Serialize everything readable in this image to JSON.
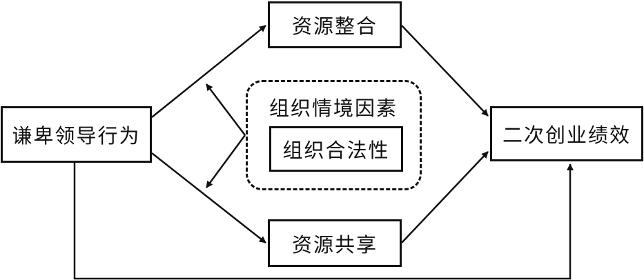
{
  "nodes": {
    "humble_leadership": "谦卑领导行为",
    "resource_integration": "资源整合",
    "resource_sharing": "资源共享",
    "second_venture_performance": "二次创业绩效",
    "org_legitimacy": "组织合法性"
  },
  "moderator_group": {
    "title": "组织情境因素"
  },
  "colors": {
    "line": "#111111",
    "background": "#ffffff"
  }
}
